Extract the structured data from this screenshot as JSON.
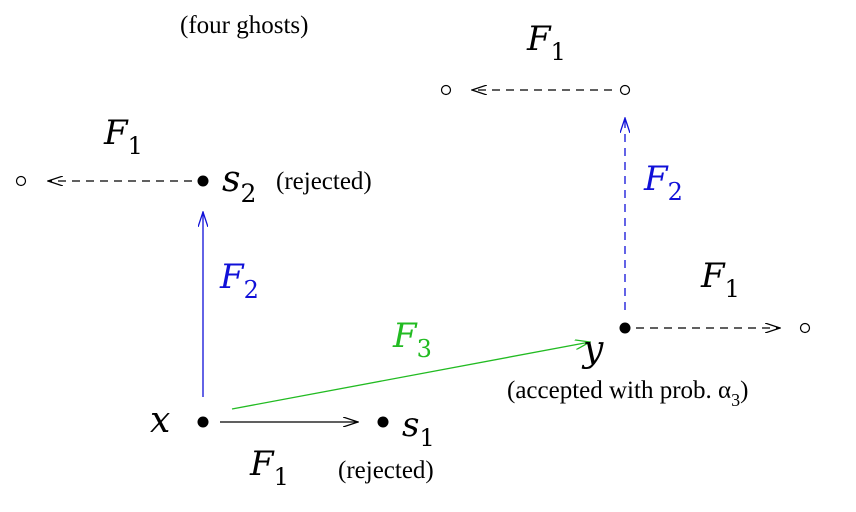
{
  "title_note": "(four ghosts)",
  "points": {
    "x": {
      "label": "x"
    },
    "s1": {
      "label": "s",
      "sub": "1",
      "note": "(rejected)"
    },
    "s2": {
      "label": "s",
      "sub": "2",
      "note": "(rejected)"
    },
    "y": {
      "label": "y",
      "note": "(accepted with prob. α",
      "note_sub": "3",
      "note_end": ")"
    }
  },
  "moves": {
    "x_s1": {
      "label": "F",
      "sub": "1",
      "color": "#000000",
      "style": "solid"
    },
    "x_s2": {
      "label": "F",
      "sub": "2",
      "color": "#1010d8",
      "style": "solid"
    },
    "x_y": {
      "label": "F",
      "sub": "3",
      "color": "#22bb22",
      "style": "solid"
    },
    "s2_ghost": {
      "label": "F",
      "sub": "1",
      "color": "#000000",
      "style": "dashed"
    },
    "y_up": {
      "label": "F",
      "sub": "2",
      "color": "#1010d8",
      "style": "dashed"
    },
    "y_ghost_right": {
      "label": "F",
      "sub": "1",
      "color": "#000000",
      "style": "dashed"
    },
    "up_ghost_left": {
      "label": "F",
      "sub": "1",
      "color": "#000000",
      "style": "dashed"
    }
  }
}
